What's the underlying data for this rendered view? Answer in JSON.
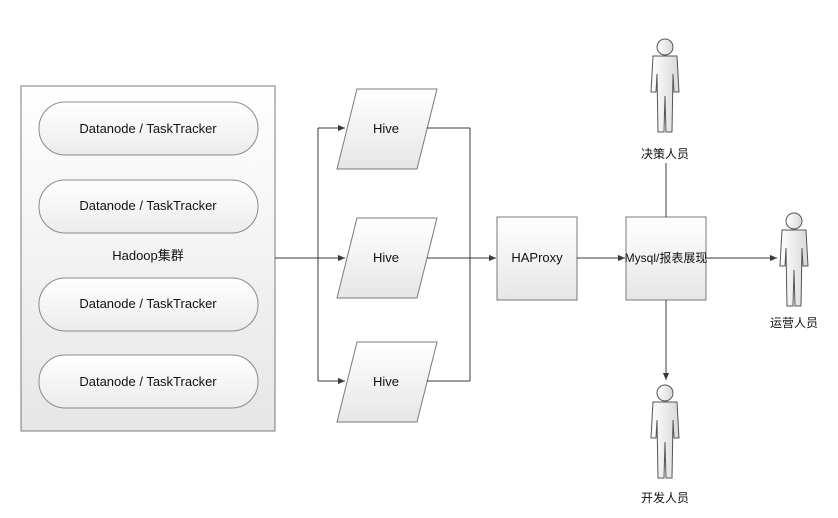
{
  "hadoop": {
    "label": "Hadoop集群",
    "nodes": [
      "Datanode / TaskTracker",
      "Datanode / TaskTracker",
      "Datanode / TaskTracker",
      "Datanode / TaskTracker"
    ]
  },
  "hive": {
    "labels": [
      "Hive",
      "Hive",
      "Hive"
    ]
  },
  "haproxy": {
    "label": "HAProxy"
  },
  "mysql": {
    "label": "Mysql/报表展现"
  },
  "people": {
    "decision": "决策人员",
    "operations": "运营人员",
    "developers": "开发人员"
  },
  "icons": {
    "person": "person-icon"
  },
  "colors": {
    "stroke": "#3a3a3a",
    "fill_light": "#ffffff",
    "fill_dark": "#e2e2e2"
  }
}
